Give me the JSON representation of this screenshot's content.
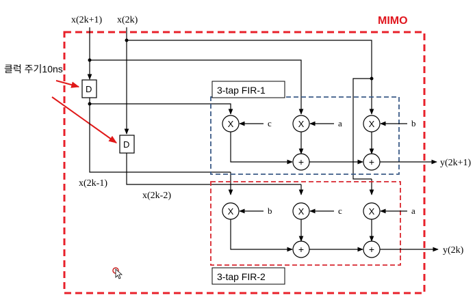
{
  "mimo_label": "MIMO",
  "clock_label": "클럭 주기10ns",
  "inputs": {
    "odd": "x(2k+1)",
    "even": "x(2k)"
  },
  "delayed": {
    "odd": "x(2k-1)",
    "even": "x(2k-2)"
  },
  "delay_symbol": "D",
  "fir1": {
    "label": "3-tap FIR-1",
    "output": "y(2k+1)",
    "coefficients": [
      "c",
      "a",
      "b"
    ]
  },
  "fir2": {
    "label": "3-tap FIR-2",
    "output": "y(2k)",
    "coefficients": [
      "b",
      "c",
      "a"
    ]
  },
  "multiply_symbol": "X",
  "add_symbol": "+",
  "colors": {
    "mimo_border": "#e8202a",
    "mimo_text": "#e0161e",
    "fir1_border": "#3a5a86",
    "fir2_border": "#d8262e",
    "clock_arrow": "#e01818",
    "cursor": "#cc2222"
  }
}
